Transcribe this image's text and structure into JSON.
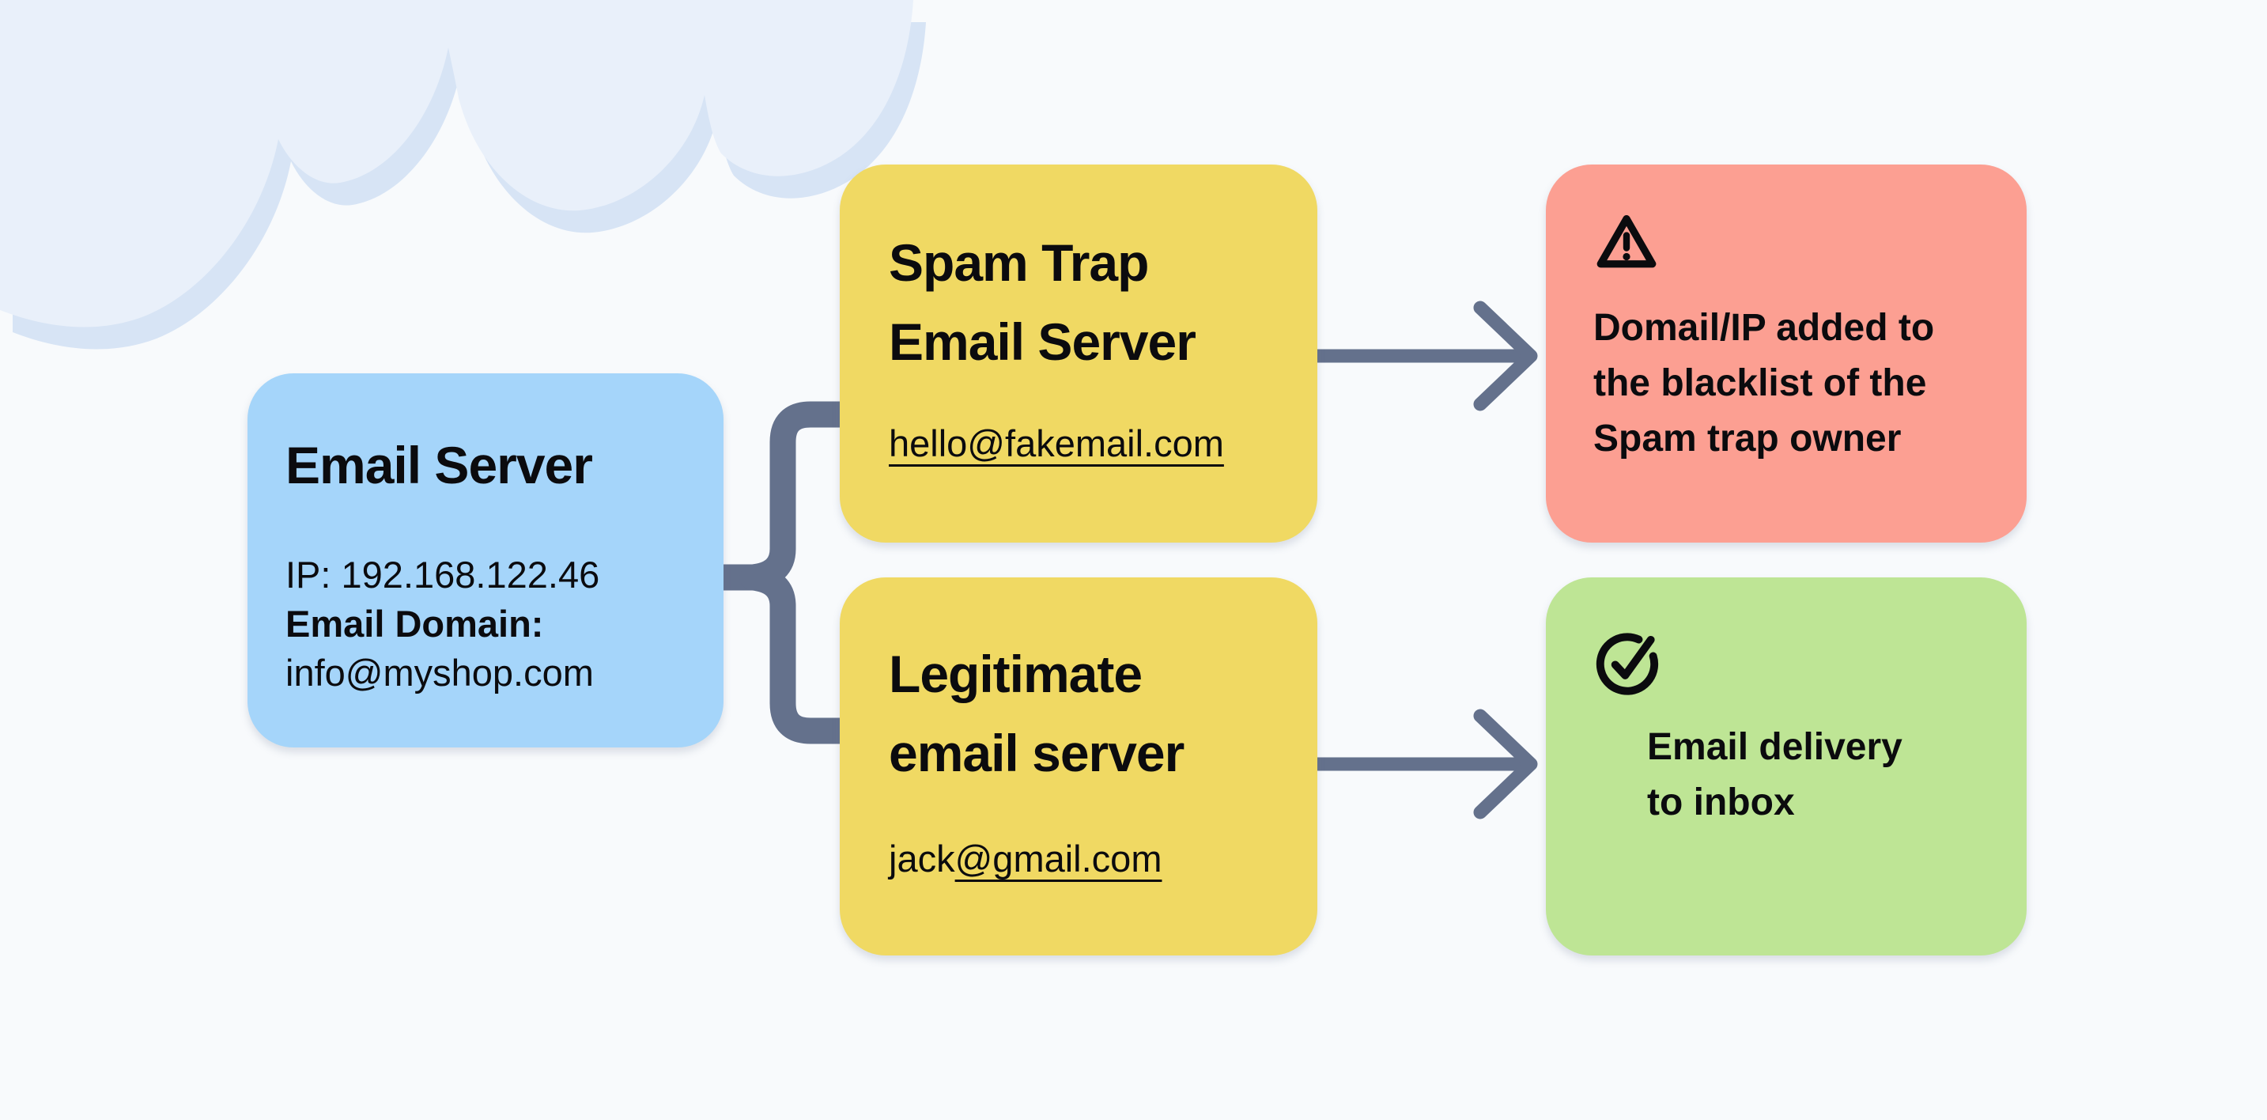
{
  "colors": {
    "background": "#F8FAFC",
    "cloud_front": "#E9F0FA",
    "cloud_back": "#D7E4F5",
    "node_blue": "#A5D5FA",
    "node_yellow": "#F0D963",
    "node_red": "#FC9F92",
    "node_green": "#BEE595",
    "connector": "#64718C",
    "text": "#0B0B0E"
  },
  "nodes": {
    "email_server": {
      "title": "Email Server",
      "ip": "IP: 192.168.122.46",
      "domain_label": "Email Domain:",
      "domain_value": "info@myshop.com"
    },
    "spam_trap": {
      "title": [
        "Spam Trap",
        "Email Server"
      ],
      "email": "hello@fakemail.com"
    },
    "legit": {
      "title": [
        "Legitimate",
        "email server"
      ],
      "email_plain": "jack",
      "email_underlined": "@gmail.com"
    },
    "blacklist": {
      "icon": "warning-triangle-icon",
      "lines": [
        "Domail/IP added to",
        "the blacklist of the",
        "Spam trap owner"
      ]
    },
    "inbox": {
      "icon": "check-circle-icon",
      "lines": [
        "Email delivery",
        "to inbox"
      ]
    }
  }
}
